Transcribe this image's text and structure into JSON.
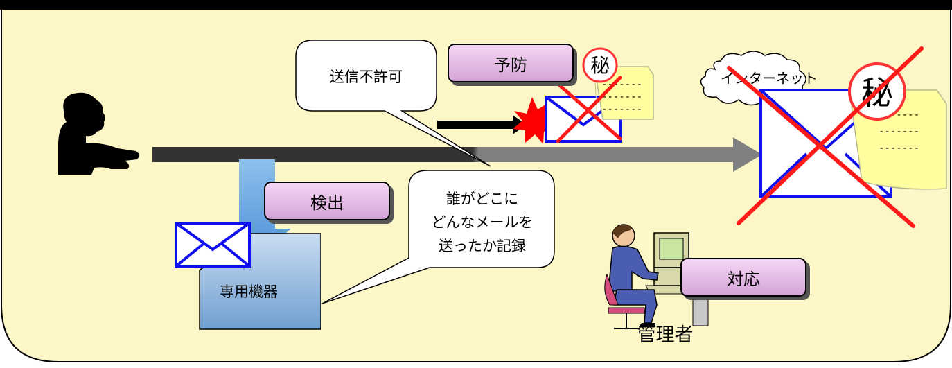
{
  "labels": {
    "prevent": "予防",
    "detect": "検出",
    "respond": "対応",
    "not_permitted": "送信不許可",
    "record_line1": "誰がどこに",
    "record_line2": "どんなメールを",
    "record_line3": "送ったか記録",
    "device": "専用機器",
    "admin": "管理者",
    "internet": "インターネット",
    "secret": "秘",
    "doc_line": "-------"
  },
  "colors": {
    "background": "#fdf6c6",
    "tag_fill_top": "#f5d6f5",
    "tag_fill_bottom": "#d3a4d6",
    "envelope": "#1010ee",
    "cross": "#ff1a1a",
    "secret_circle": "#ff3333",
    "burst": "#ff0000",
    "note": "#ffffa0",
    "device": "#6f9fd0"
  },
  "icons": {
    "user": "person-at-keyboard-silhouette-icon",
    "admin": "admin-at-computer-icon",
    "mail": "envelope-icon",
    "document": "secret-document-icon",
    "cloud": "cloud-icon",
    "cross": "x-cross-icon",
    "burst": "explosion-burst-icon"
  }
}
